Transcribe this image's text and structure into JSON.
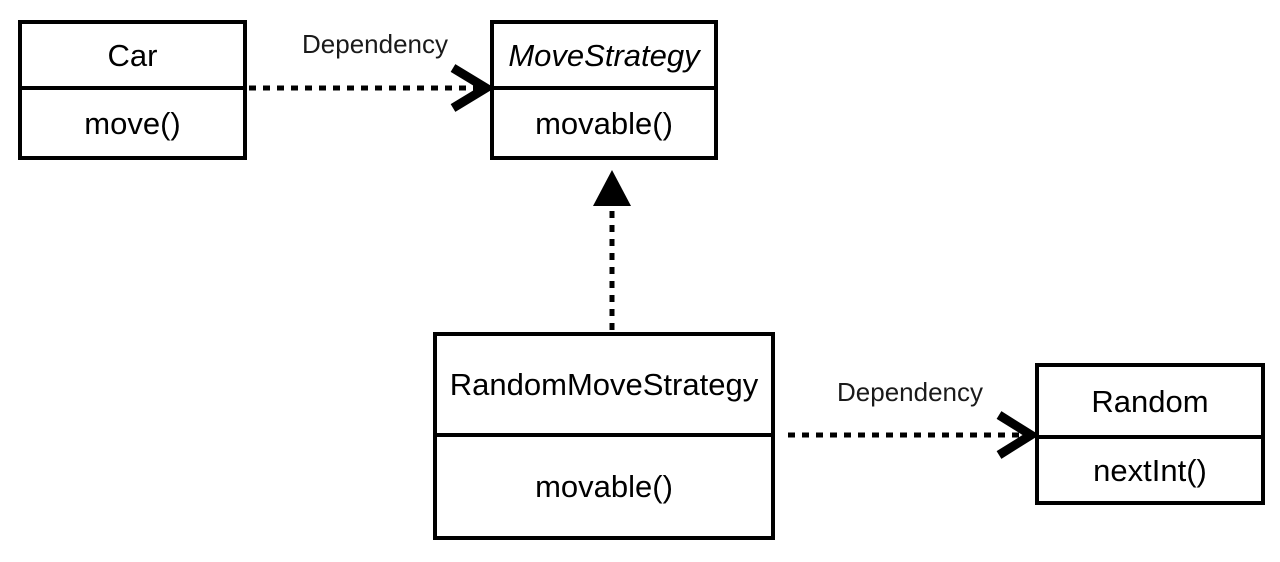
{
  "diagram": {
    "classes": [
      {
        "name": "Car",
        "methods": [
          "move()"
        ],
        "abstract": false
      },
      {
        "name": "MoveStrategy",
        "methods": [
          "movable()"
        ],
        "abstract": true
      },
      {
        "name": "RandomMoveStrategy",
        "methods": [
          "movable()"
        ],
        "abstract": false
      },
      {
        "name": "Random",
        "methods": [
          "nextInt()"
        ],
        "abstract": false
      }
    ],
    "relations": [
      {
        "from": "Car",
        "to": "MoveStrategy",
        "label": "Dependency",
        "line": "dashed",
        "arrowhead": "open-chevron"
      },
      {
        "from": "RandomMoveStrategy",
        "to": "MoveStrategy",
        "label": "",
        "line": "dashed",
        "arrowhead": "filled-triangle"
      },
      {
        "from": "RandomMoveStrategy",
        "to": "Random",
        "label": "Dependency",
        "line": "dashed",
        "arrowhead": "open-chevron"
      }
    ],
    "colors": {
      "line": "#000000",
      "text": "#000000",
      "background": "#ffffff"
    }
  }
}
